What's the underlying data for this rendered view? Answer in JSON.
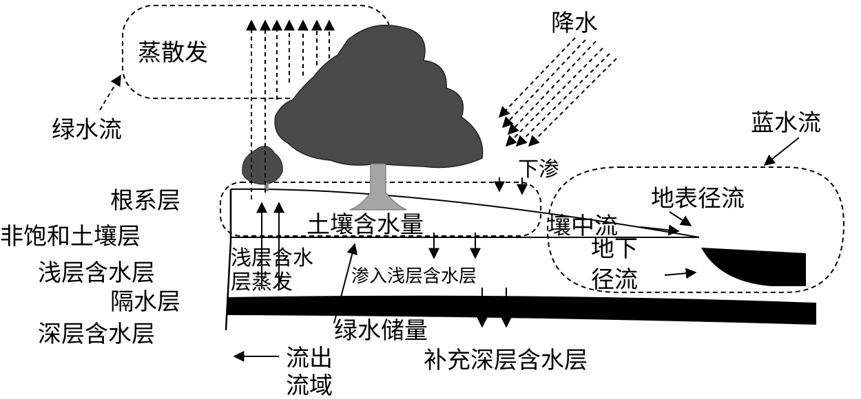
{
  "labels": {
    "evapotranspiration": "蒸散发",
    "green_water_flow": "绿水流",
    "precipitation": "降水",
    "blue_water_flow": "蓝水流",
    "infiltration": "下渗",
    "surface_runoff": "地表径流",
    "root_zone": "根系层",
    "unsaturated_soil": "非饱和土壤层",
    "shallow_aquifer": "浅层含水层",
    "aquitard": "隔水层",
    "deep_aquifer": "深层含水层",
    "soil_moisture": "土壤含水量",
    "interflow": "壤中流",
    "groundwater_runoff_line1": "地下",
    "groundwater_runoff_line2": "径流",
    "shallow_evap_line1": "浅层含水",
    "shallow_evap_line2": "层蒸发",
    "seepage_shallow": "渗入浅层含水层",
    "green_water_storage": "绿水储量",
    "recharge_deep": "补充深层含水层",
    "outflow_line1": "流出",
    "outflow_line2": "流域"
  },
  "colors": {
    "tree": "#4a4a4a",
    "trunk": "#a6a6a6",
    "layer": "#000000"
  }
}
